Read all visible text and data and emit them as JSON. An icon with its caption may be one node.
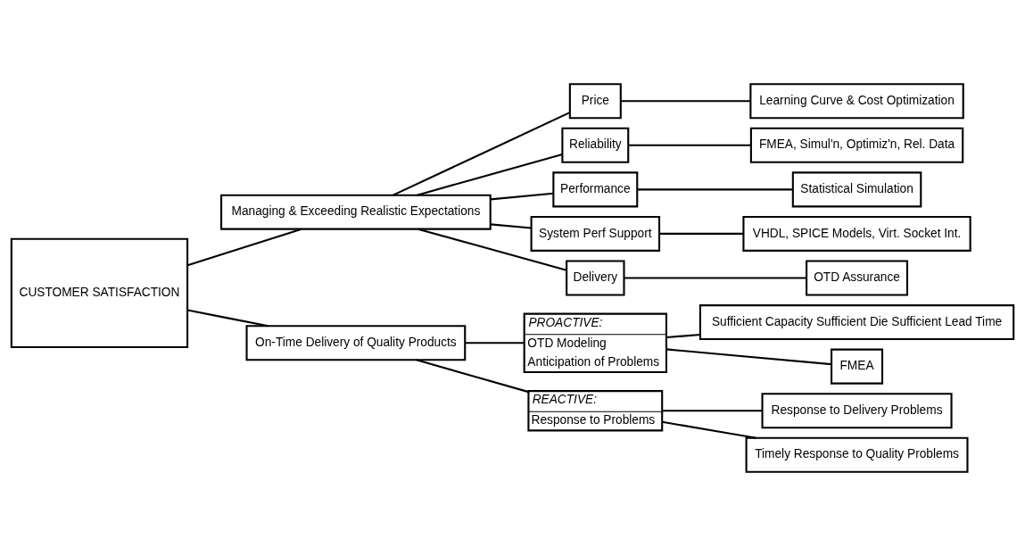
{
  "diagram": {
    "nodes": [
      {
        "text": [
          "CUSTOMER SATISFACTION"
        ]
      },
      {
        "text": [
          "Managing & Exceeding Realistic Expectations"
        ]
      },
      {
        "text": [
          "On-Time Delivery of Quality Products"
        ]
      },
      {
        "text": [
          "Price"
        ]
      },
      {
        "text": [
          "Learning Curve & Cost Optimization"
        ]
      },
      {
        "text": [
          "Reliability"
        ]
      },
      {
        "text": [
          "FMEA, Simul'n, Optimiz'n, Rel. Data"
        ]
      },
      {
        "text": [
          "Performance"
        ]
      },
      {
        "text": [
          "Statistical Simulation"
        ]
      },
      {
        "text": [
          "System Perf Support"
        ]
      },
      {
        "text": [
          "VHDL, SPICE Models, Virt. Socket Int."
        ]
      },
      {
        "text": [
          "Delivery"
        ]
      },
      {
        "text": [
          "OTD Assurance"
        ]
      },
      {
        "text": [
          "Sufficient Capacity Sufficient Die Sufficient Lead Time"
        ]
      },
      {
        "text": [
          "PROACTIVE:",
          "OTD Modeling",
          "Anticipation of Problems"
        ]
      },
      {
        "text": [
          "FMEA"
        ]
      },
      {
        "text": [
          "REACTIVE:",
          "Response to Problems"
        ]
      },
      {
        "text": [
          "Response to Delivery Problems"
        ]
      },
      {
        "text": [
          "Timely Response to Quality Problems"
        ]
      }
    ],
    "edges": [
      {
        "from": 0,
        "to": 1,
        "arrow": "none"
      },
      {
        "from": 0,
        "to": 2,
        "arrow": "none"
      },
      {
        "from": 1,
        "to": 3,
        "arrow": "none"
      },
      {
        "from": 1,
        "to": 5,
        "arrow": "none"
      },
      {
        "from": 1,
        "to": 7,
        "arrow": "none"
      },
      {
        "from": 1,
        "to": 9,
        "arrow": "none"
      },
      {
        "from": 1,
        "to": 11,
        "arrow": "none"
      },
      {
        "from": 3,
        "to": 4,
        "arrow": "none"
      },
      {
        "from": 5,
        "to": 6,
        "arrow": "none"
      },
      {
        "from": 7,
        "to": 8,
        "arrow": "none"
      },
      {
        "from": 9,
        "to": 10,
        "arrow": "none"
      },
      {
        "from": 11,
        "to": 12,
        "arrow": "none"
      },
      {
        "from": 2,
        "to": 14,
        "arrow": "none"
      },
      {
        "from": 2,
        "to": 16,
        "arrow": "none"
      },
      {
        "from": 14,
        "to": 13,
        "arrow": "none"
      },
      {
        "from": 14,
        "to": 15,
        "arrow": "none"
      },
      {
        "from": 16,
        "to": 17,
        "arrow": "none"
      },
      {
        "from": 16,
        "to": 18,
        "arrow": "none"
      }
    ]
  }
}
